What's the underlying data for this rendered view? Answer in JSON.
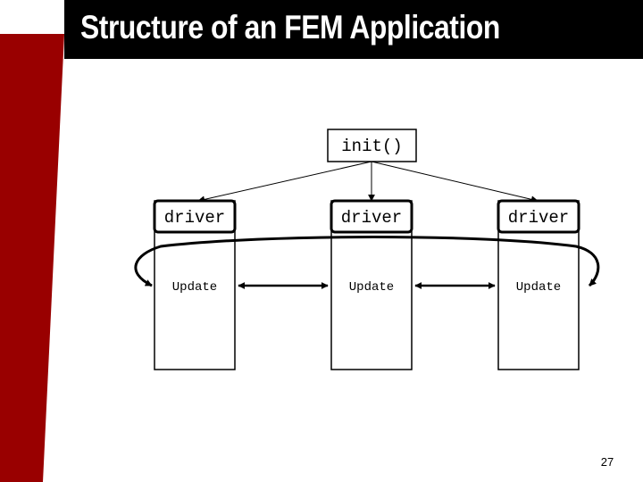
{
  "slide": {
    "title": "Structure of an FEM Application",
    "page_number": "27"
  },
  "diagram": {
    "root_label": "init()",
    "driver_label": "driver",
    "update_label": "Update"
  },
  "colors": {
    "accent": "#990000",
    "title_bar": "#000000",
    "title_text": "#ffffff",
    "background": "#ffffff"
  }
}
